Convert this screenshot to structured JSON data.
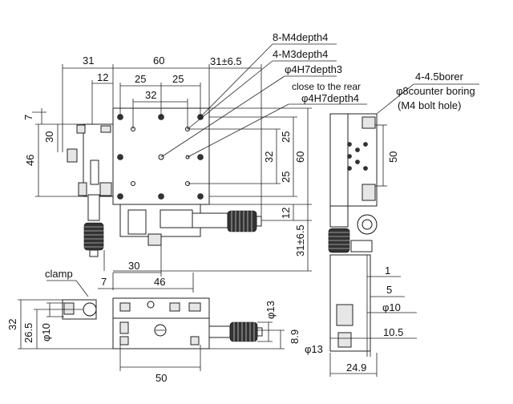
{
  "labels": {
    "d31_top": "31",
    "d60_top": "60",
    "d31_65_top": "31±6.5",
    "d12_top": "12",
    "d25_a": "25",
    "d25_b": "25",
    "d32_top": "32",
    "d7_left": "7",
    "d30_left": "30",
    "d46_left": "46",
    "d32_right": "32",
    "d25_right_a": "25",
    "d60_right": "60",
    "d25_right_b": "25",
    "d12_right": "12",
    "d31_65_right": "31±6.5",
    "d30_bottom": "30",
    "d7_bottom": "7",
    "d46_bottom": "46",
    "clamp": "clamp",
    "d32_front": "32",
    "d26_5_front": "26.5",
    "phi10_front": "φ10",
    "phi13_front": "φ13",
    "d8_9_front": "8.9",
    "phi13_lower": "φ13",
    "d50_front": "50",
    "side_50": "50",
    "side_1": "1",
    "side_5": "5",
    "side_phi10": "φ10",
    "side_10_5": "10.5",
    "side_24_9": "24.9",
    "note_m4": "8-M4depth4",
    "note_m3": "4-M3depth4",
    "note_h7": "φ4H7depth3",
    "note_rear1": "close to the rear",
    "note_rear2": "φ4H7depth4",
    "note_bore1": "4-4.5borer",
    "note_bore2": "φ8counter boring",
    "note_bore3": "(M4 bolt hole)"
  }
}
